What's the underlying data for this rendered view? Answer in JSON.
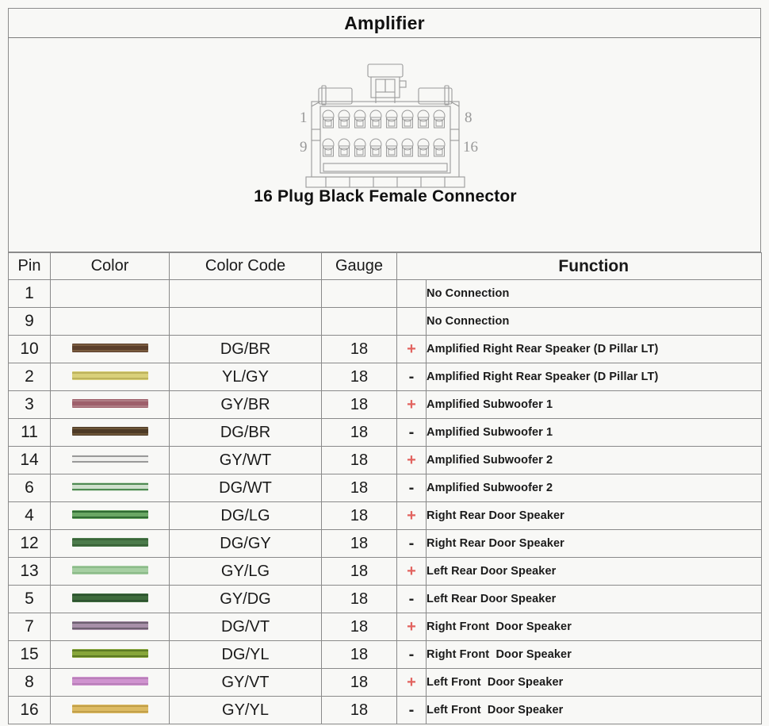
{
  "header": {
    "title": "Amplifier"
  },
  "diagram": {
    "subtitle": "16 Plug Black Female Connector",
    "pin_labels": {
      "top_left": "1",
      "top_right": "8",
      "bottom_left": "9",
      "bottom_right": "16"
    },
    "rows": 2,
    "columns": 8
  },
  "table": {
    "columns": [
      "Pin",
      "Color",
      "Color Code",
      "Gauge",
      "",
      "Function"
    ],
    "polarity_colors": {
      "plus": "#e2635f",
      "minus": "#262626"
    },
    "rows": [
      {
        "pin": "1",
        "wire": null,
        "code": "",
        "gauge": "",
        "polarity": "",
        "function": "No Connection"
      },
      {
        "pin": "9",
        "wire": null,
        "code": "",
        "gauge": "",
        "polarity": "",
        "function": "No Connection"
      },
      {
        "pin": "10",
        "wire": {
          "base": "#5b3f2b",
          "stripe": "#7a5c3f"
        },
        "code": "DG/BR",
        "gauge": "18",
        "polarity": "+",
        "function": "Amplified Right Rear Speaker (D Pillar LT)"
      },
      {
        "pin": "2",
        "wire": {
          "base": "#d9d07a",
          "stripe": "#bdb25c"
        },
        "code": "YL/GY",
        "gauge": "18",
        "polarity": "-",
        "function": "Amplified Right Rear Speaker (D Pillar LT)"
      },
      {
        "pin": "3",
        "wire": {
          "base": "#9e5f6b",
          "stripe": "#b07e86"
        },
        "code": "GY/BR",
        "gauge": "18",
        "polarity": "+",
        "function": "Amplified Subwoofer 1"
      },
      {
        "pin": "11",
        "wire": {
          "base": "#4d3a26",
          "stripe": "#6d5638"
        },
        "code": "DG/BR",
        "gauge": "18",
        "polarity": "-",
        "function": "Amplified Subwoofer 1"
      },
      {
        "pin": "14",
        "wire": {
          "base": "#f0f0ee",
          "stripe": "#9a9a9a"
        },
        "code": "GY/WT",
        "gauge": "18",
        "polarity": "+",
        "function": "Amplified Subwoofer 2"
      },
      {
        "pin": "6",
        "wire": {
          "base": "#cfe0cd",
          "stripe": "#4e8a52"
        },
        "code": "DG/WT",
        "gauge": "18",
        "polarity": "-",
        "function": "Amplified Subwoofer 2"
      },
      {
        "pin": "4",
        "wire": {
          "base": "#6aa764",
          "stripe": "#2f6b33"
        },
        "code": "DG/LG",
        "gauge": "18",
        "polarity": "+",
        "function": "Right Rear Door Speaker"
      },
      {
        "pin": "12",
        "wire": {
          "base": "#4b7b4b",
          "stripe": "#3a6439"
        },
        "code": "DG/GY",
        "gauge": "18",
        "polarity": "-",
        "function": "Right Rear Door Speaker"
      },
      {
        "pin": "13",
        "wire": {
          "base": "#a6cfa2",
          "stripe": "#8dbb8a"
        },
        "code": "GY/LG",
        "gauge": "18",
        "polarity": "+",
        "function": "Left Rear Door Speaker"
      },
      {
        "pin": "5",
        "wire": {
          "base": "#3e6b3c",
          "stripe": "#2e5430"
        },
        "code": "GY/DG",
        "gauge": "18",
        "polarity": "-",
        "function": "Left Rear Door Speaker"
      },
      {
        "pin": "7",
        "wire": {
          "base": "#a78fa8",
          "stripe": "#6d6070"
        },
        "code": "DG/VT",
        "gauge": "18",
        "polarity": "+",
        "function": "Right Front  Door Speaker"
      },
      {
        "pin": "15",
        "wire": {
          "base": "#87a63a",
          "stripe": "#5c7a24"
        },
        "code": "DG/YL",
        "gauge": "18",
        "polarity": "-",
        "function": "Right Front  Door Speaker"
      },
      {
        "pin": "8",
        "wire": {
          "base": "#cf93cf",
          "stripe": "#b97fb9"
        },
        "code": "GY/VT",
        "gauge": "18",
        "polarity": "+",
        "function": "Left Front  Door Speaker"
      },
      {
        "pin": "16",
        "wire": {
          "base": "#ddbb63",
          "stripe": "#c2a04a"
        },
        "code": "GY/YL",
        "gauge": "18",
        "polarity": "-",
        "function": "Left Front  Door Speaker"
      }
    ]
  }
}
